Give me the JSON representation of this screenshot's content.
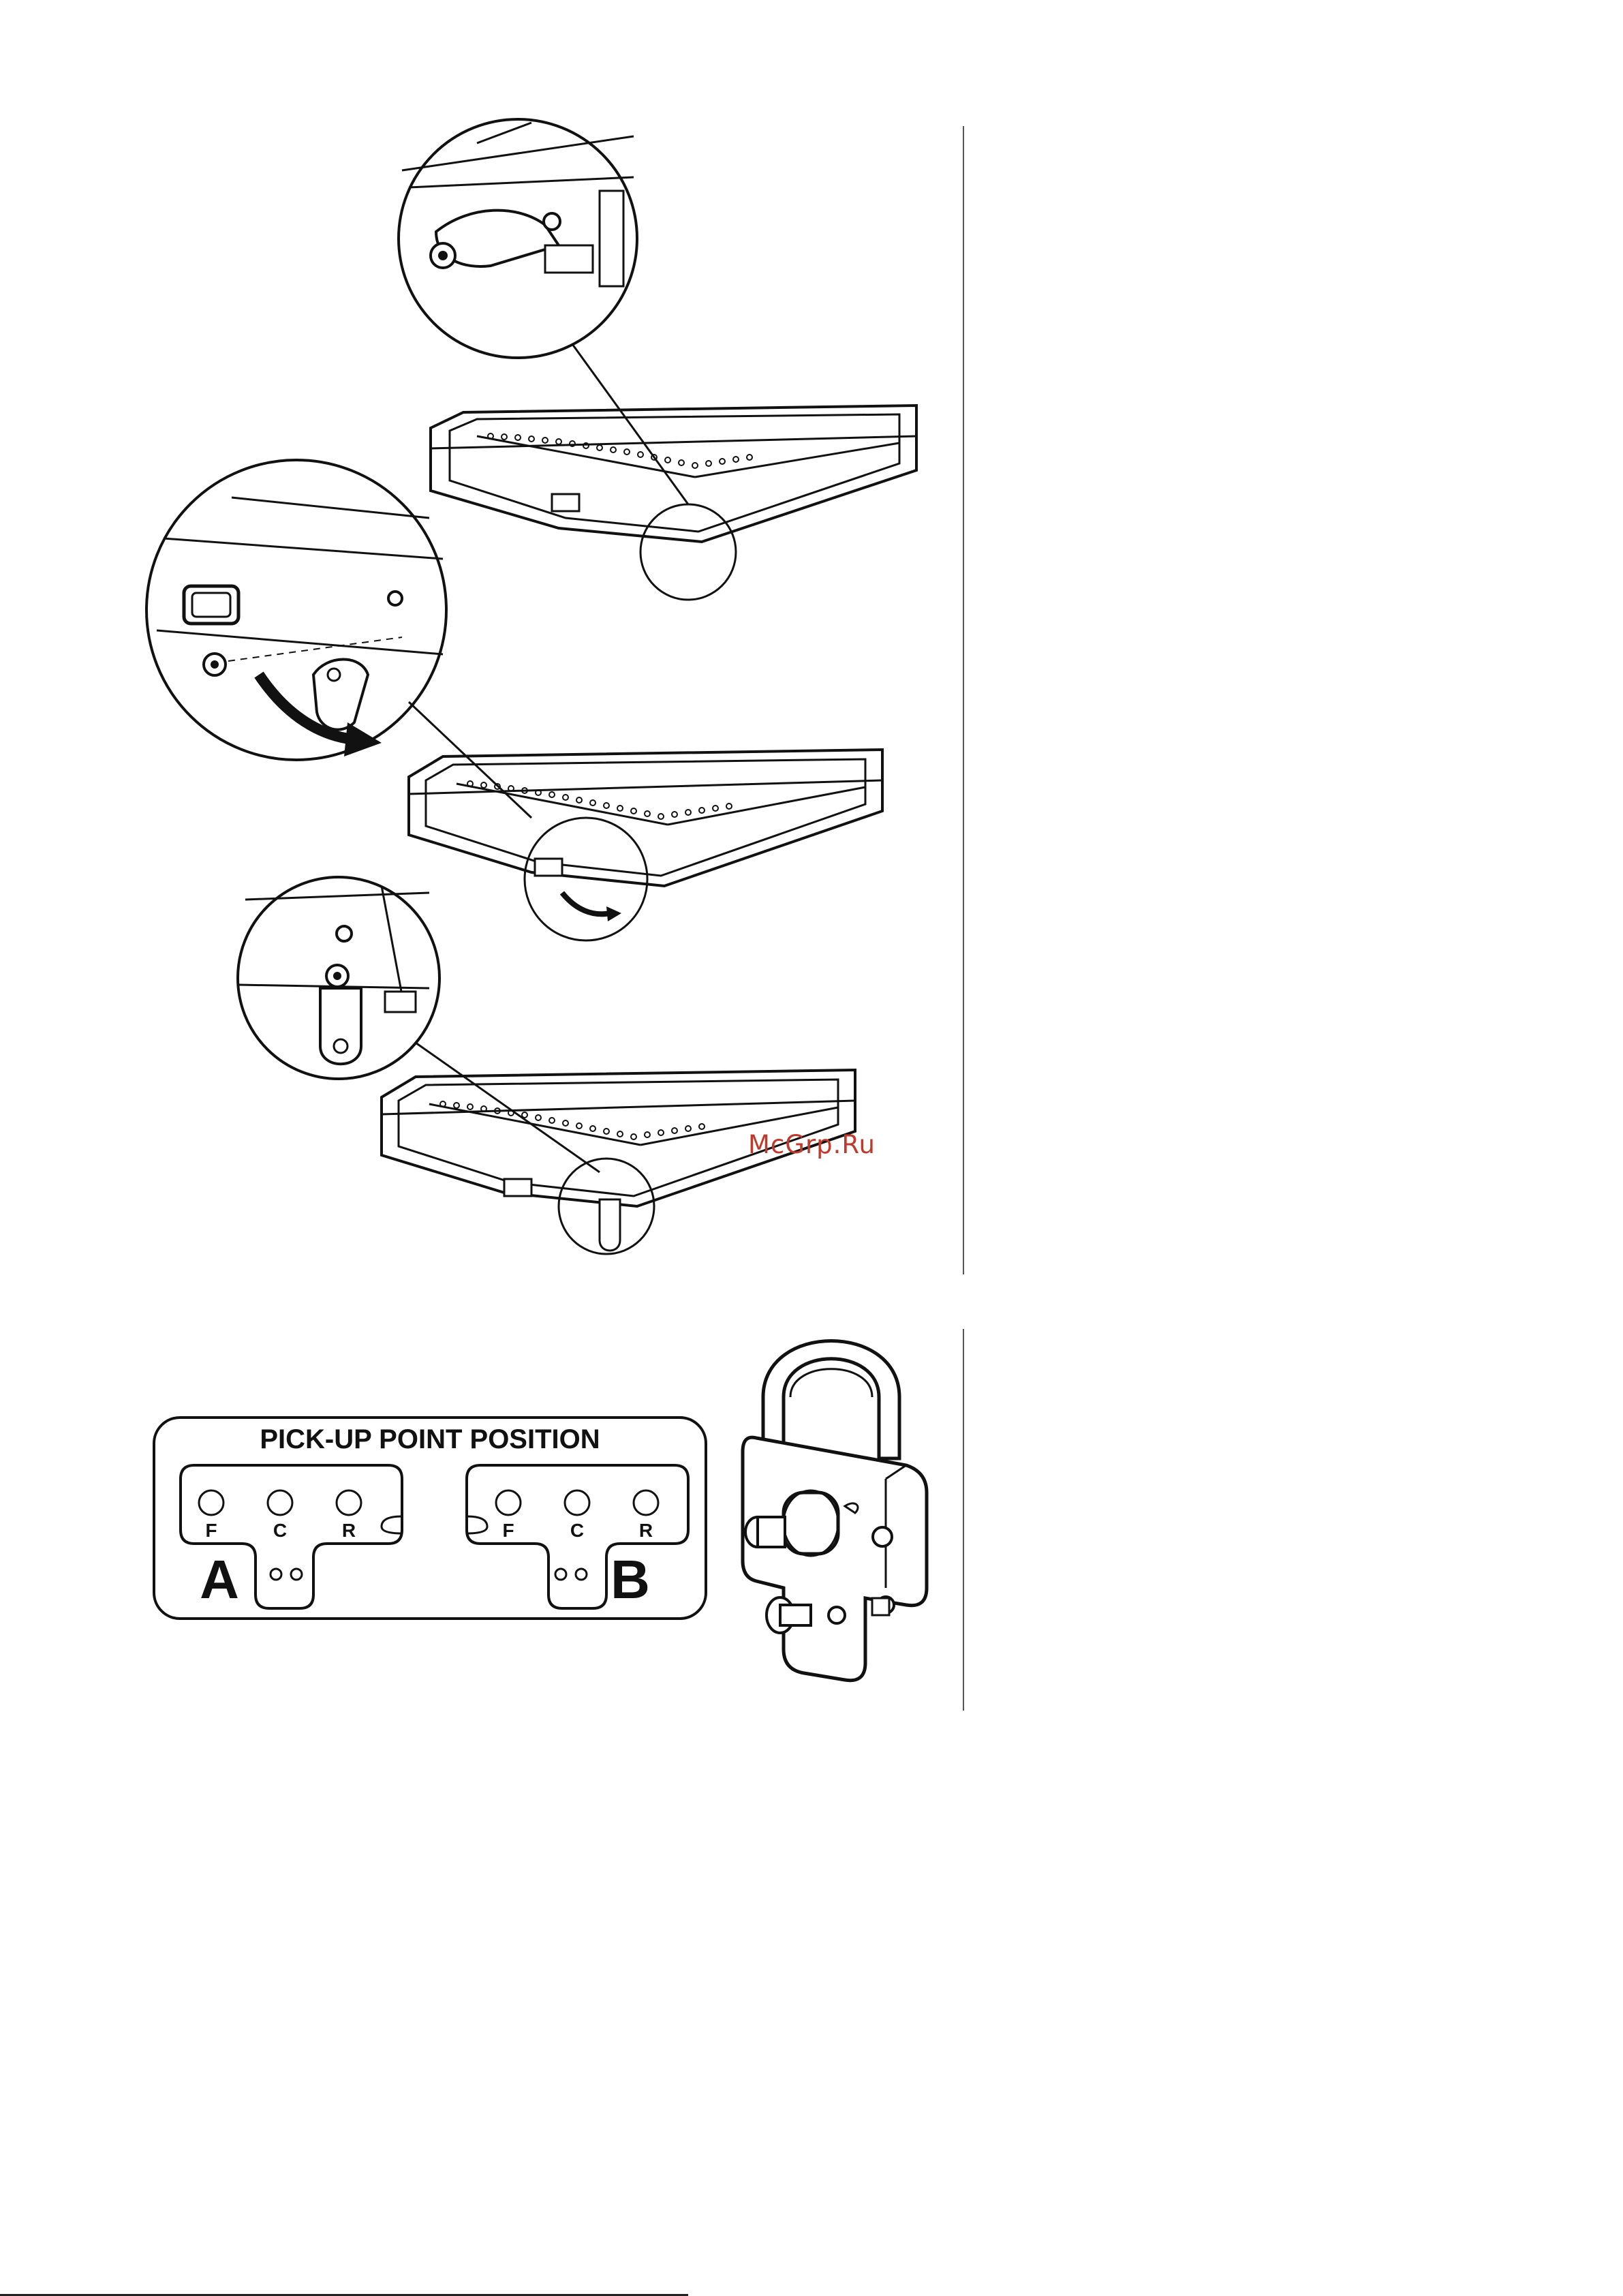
{
  "watermark": "McGrp.Ru",
  "pickup_panel": {
    "title": "PICK-UP POINT POSITION",
    "side_a": {
      "letter": "A",
      "holes": [
        "F",
        "C",
        "R"
      ]
    },
    "side_b": {
      "letter": "B",
      "holes": [
        "F",
        "C",
        "R"
      ]
    }
  },
  "colors": {
    "line": "#111111",
    "watermark": "#c0392b",
    "divider": "#555555"
  }
}
